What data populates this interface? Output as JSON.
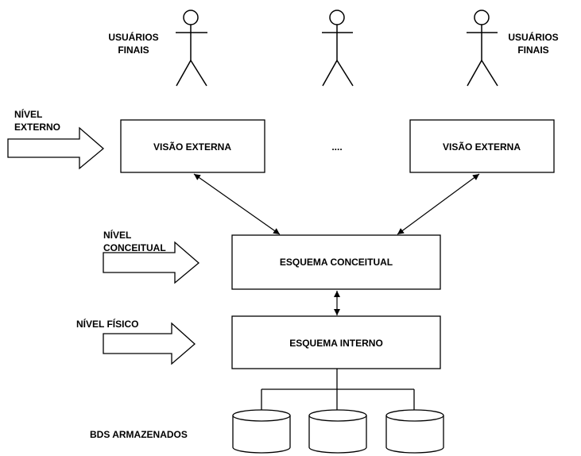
{
  "users": {
    "left_label_line1": "USUÁRIOS",
    "left_label_line2": "FINAIS",
    "right_label_line1": "USUÁRIOS",
    "right_label_line2": "FINAIS"
  },
  "levels": {
    "external_line1": "NÍVEL",
    "external_line2": "EXTERNO",
    "conceptual_line1": "NÍVEL",
    "conceptual_line2": "CONCEITUAL",
    "physical": "NÍVEL FÍSICO"
  },
  "boxes": {
    "external_view_left": "VISÃO EXTERNA",
    "ellipsis": "....",
    "external_view_right": "VISÃO EXTERNA",
    "conceptual_schema": "ESQUEMA CONCEITUAL",
    "internal_schema": "ESQUEMA INTERNO"
  },
  "storage": {
    "label": "BDS ARMAZENADOS"
  },
  "colors": {
    "stroke": "#000000",
    "background": "#ffffff"
  }
}
